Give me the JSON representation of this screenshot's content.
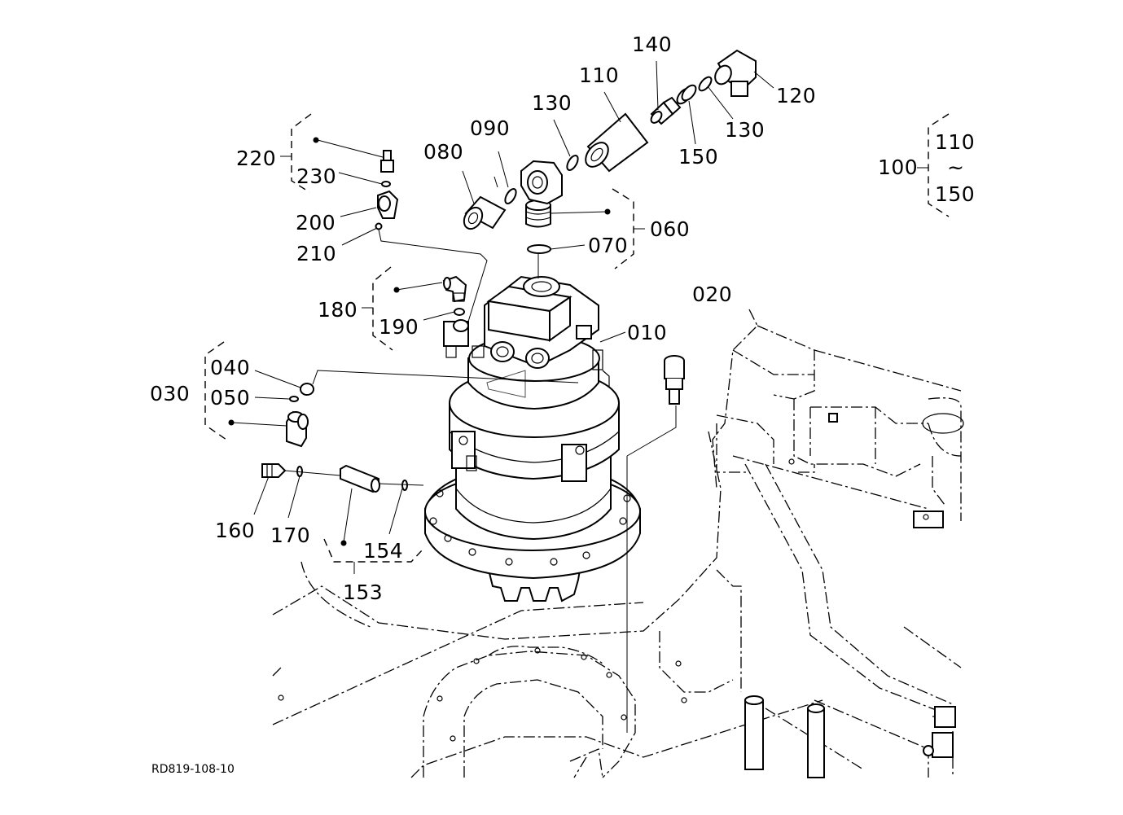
{
  "diagram_code": "RD819-108-10",
  "labels": {
    "l010": "010",
    "l020": "020",
    "l030": "030",
    "l040": "040",
    "l050": "050",
    "l060": "060",
    "l070": "070",
    "l080": "080",
    "l090": "090",
    "l100": "100",
    "l110": "110",
    "l120": "120",
    "l130a": "130",
    "l130b": "130",
    "l140": "140",
    "l150": "150",
    "l153": "153",
    "l154": "154",
    "l160": "160",
    "l170": "170",
    "l180": "180",
    "l190": "190",
    "l200": "200",
    "l210": "210",
    "l220": "220",
    "l230": "230",
    "range_from": "110",
    "range_tilde": "~",
    "range_to": "150"
  }
}
